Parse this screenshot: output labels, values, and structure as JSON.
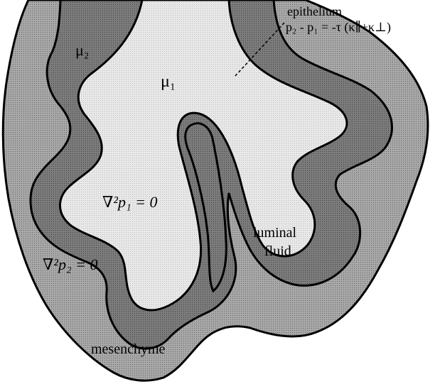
{
  "labels": {
    "epithelium": "epithelium",
    "equation_top": "p₂ - p₁ = -τ (κ∥+κ⊥)",
    "mu1": "μ₁",
    "mu2": "μ₂",
    "laplace_p1": "∇²p₁ = 0",
    "laplace_p2": "∇²p₂ = 0",
    "luminal_line1": "luminal",
    "luminal_line2": "fluid",
    "mesenchyme": "mesenchyme"
  },
  "colors": {
    "mesenchyme_fill": "#a8a8a8",
    "epithelium_fill": "#7c7c7c",
    "luminal_fill": "#e4e4e4",
    "outline": "#000000"
  }
}
